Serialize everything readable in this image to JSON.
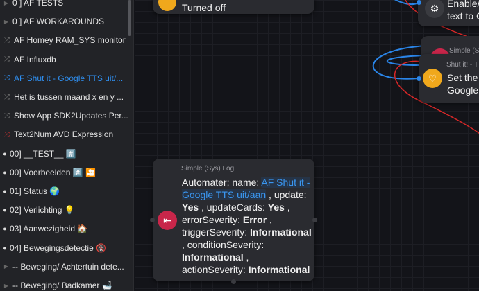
{
  "sidebar": {
    "items": [
      {
        "label": "0 ] AF TESTS",
        "icon": "caret-right-icon"
      },
      {
        "label": "0 ] AF WORKAROUNDS",
        "icon": "caret-right-icon"
      },
      {
        "label": "AF Homey RAM_SYS monitor",
        "icon": "shuffle-icon"
      },
      {
        "label": "AF Influxdb",
        "icon": "shuffle-icon"
      },
      {
        "label": "AF Shut it - Google TTS uit/...",
        "icon": "shuffle-icon",
        "active": true
      },
      {
        "label": "Het is tussen maand x en y ...",
        "icon": "shuffle-icon"
      },
      {
        "label": "Show App SDK2Updates Per...",
        "icon": "shuffle-icon"
      },
      {
        "label": "Text2Num AVD Expression",
        "icon": "shuffle-warning-icon"
      },
      {
        "label": "00] __TEST__ #️⃣",
        "icon": "dot-icon"
      },
      {
        "label": "00] Voorbeelden #️⃣ 🎦",
        "icon": "dot-icon"
      },
      {
        "label": "01] Status 🌍",
        "icon": "dot-icon"
      },
      {
        "label": "02] Verlichting 💡",
        "icon": "dot-icon"
      },
      {
        "label": "03] Aanwezigheid 🏠",
        "icon": "dot-icon"
      },
      {
        "label": "04] Bewegingsdetectie 🚷",
        "icon": "dot-icon"
      },
      {
        "label": "-- Beweging/ Achtertuin dete...",
        "icon": "caret-right-icon"
      },
      {
        "label": "-- Beweging/ Badkamer 🛁",
        "icon": "caret-right-icon"
      }
    ]
  },
  "cards": {
    "turned_off": {
      "text": "Turned off"
    },
    "enable": {
      "line1": "Enable/",
      "line2": "text to G"
    },
    "simple_back": {
      "title": "Simple (S"
    },
    "shut_it": {
      "title": "Shut it! - T",
      "line1": "Set the",
      "line2": "Google"
    },
    "log": {
      "title": "Simple (Sys) Log",
      "t1": "Automater; name: ",
      "v1": "AF Shut it - Google TTS uit/aan",
      "t2": " , update: ",
      "v2": "Yes",
      "t3": " , updateCards: ",
      "v3": "Yes",
      "t4": " , errorSeverity: ",
      "v4": "Error",
      "t5": " , triggerSeverity: ",
      "v5": "Informational",
      "t6": " , conditionSeverity: ",
      "v6": "Informational",
      "t7": " , actionSeverity: ",
      "v7": "Informational"
    }
  },
  "colors": {
    "accent": "#2f8ff0",
    "log_icon": "#c8264a",
    "yellow": "#f0a81c",
    "wire_blue": "#2a85e8",
    "wire_red": "#d82828"
  }
}
